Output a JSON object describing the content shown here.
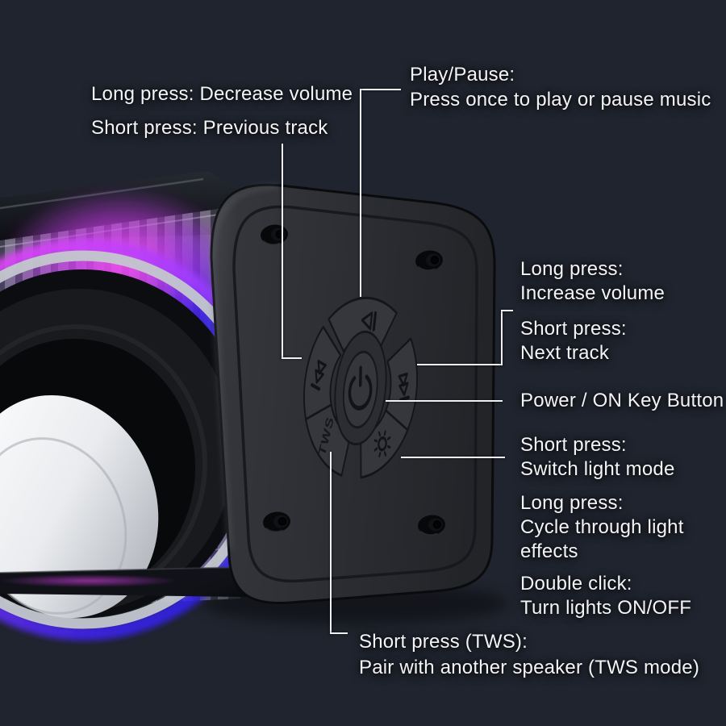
{
  "background_color": "#20242e",
  "text_color": "#f3f4f6",
  "line_color": "#eef0f3",
  "led_colors": {
    "magenta": "#ff49f5",
    "purple": "#9a4dff",
    "blue": "#3d2bff"
  },
  "panel_color": "#2d2e33",
  "annotations": {
    "decrease": {
      "line1": "Long press: Decrease volume",
      "line2": "Short press: Previous track"
    },
    "play_pause": {
      "title": "Play/Pause:",
      "desc": "Press once to play or pause music"
    },
    "increase": {
      "title": "Long press:",
      "desc": "Increase volume"
    },
    "next": {
      "title": "Short press:",
      "desc": "Next track"
    },
    "power": {
      "title": "Power / ON Key Button"
    },
    "light_short": {
      "title": "Short press:",
      "desc": "Switch light mode"
    },
    "light_long": {
      "title": "Long press:",
      "desc": "Cycle through light effects"
    },
    "light_double": {
      "title": "Double click:",
      "desc": "Turn lights ON/OFF"
    },
    "tws": {
      "title": "Short press (TWS):",
      "desc": "Pair with another speaker (TWS mode)"
    }
  },
  "speaker": {
    "tws_label": "TWS",
    "icons": [
      "play-pause",
      "previous-track",
      "next-track",
      "power",
      "light-mode"
    ]
  }
}
